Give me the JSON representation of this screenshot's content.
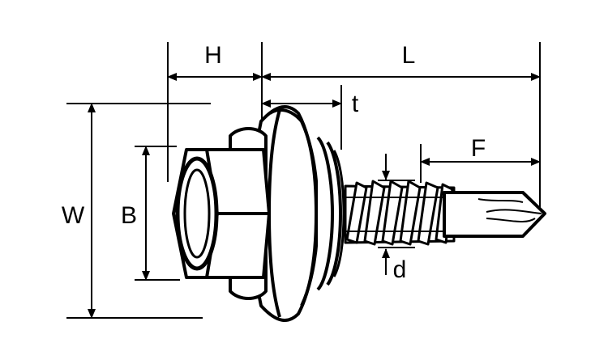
{
  "labels": {
    "H": "H",
    "L": "L",
    "t": "t",
    "F": "F",
    "W": "W",
    "B": "B",
    "d": "d"
  },
  "colors": {
    "ink": "#000000",
    "paper": "#ffffff"
  }
}
